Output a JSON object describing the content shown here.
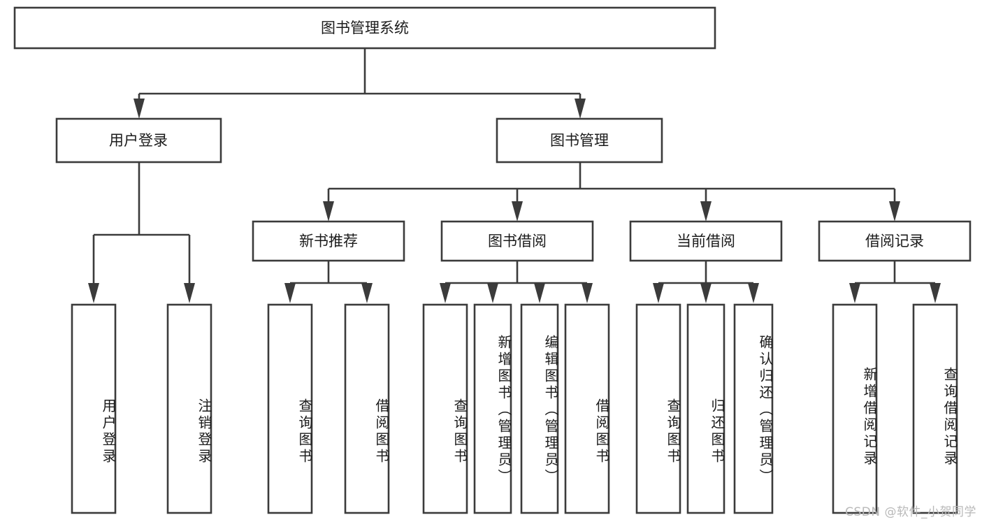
{
  "diagram": {
    "type": "tree-hierarchy",
    "title": "图书管理系统",
    "orientation": "top-down",
    "colors": {
      "box_stroke": "#3b3b3b",
      "box_fill": "#ffffff",
      "text": "#1b1b1b",
      "background": "#ffffff",
      "watermark": "#b9b9b9"
    },
    "root": {
      "label": "图书管理系统"
    },
    "level2": [
      {
        "id": "user-login",
        "label": "用户登录"
      },
      {
        "id": "book-manage",
        "label": "图书管理"
      }
    ],
    "level3": [
      {
        "id": "new-book-recommend",
        "label": "新书推荐",
        "parent": "book-manage"
      },
      {
        "id": "book-borrow",
        "label": "图书借阅",
        "parent": "book-manage"
      },
      {
        "id": "current-borrow",
        "label": "当前借阅",
        "parent": "book-manage"
      },
      {
        "id": "borrow-record",
        "label": "借阅记录",
        "parent": "book-manage"
      }
    ],
    "leaves": {
      "user-login": [
        {
          "id": "leaf-user-login",
          "label": "用户登录"
        },
        {
          "id": "leaf-user-logout",
          "label": "注销登录"
        }
      ],
      "new-book-recommend": [
        {
          "id": "leaf-query-book-1",
          "label": "查询图书"
        },
        {
          "id": "leaf-borrow-book-1",
          "label": "借阅图书"
        }
      ],
      "book-borrow": [
        {
          "id": "leaf-query-book-2",
          "label": "查询图书"
        },
        {
          "id": "leaf-add-book",
          "label": "新增图书（管理员）"
        },
        {
          "id": "leaf-edit-book",
          "label": "编辑图书（管理员）"
        },
        {
          "id": "leaf-borrow-book-2",
          "label": "借阅图书"
        }
      ],
      "current-borrow": [
        {
          "id": "leaf-query-book-3",
          "label": "查询图书"
        },
        {
          "id": "leaf-return-book",
          "label": "归还图书"
        },
        {
          "id": "leaf-confirm-return",
          "label": "确认归还（管理员）"
        }
      ],
      "borrow-record": [
        {
          "id": "leaf-add-record",
          "label": "新增借阅记录"
        },
        {
          "id": "leaf-query-record",
          "label": "查询借阅记录"
        }
      ]
    }
  },
  "watermark": {
    "text": "CSDN @软件_小贺同学"
  }
}
